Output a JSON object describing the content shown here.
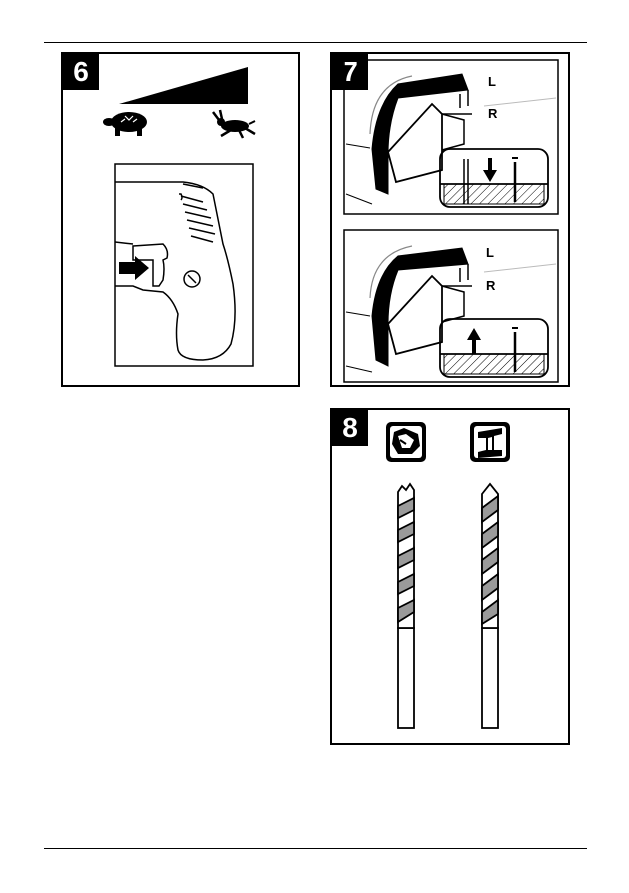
{
  "figures": [
    {
      "number": "6"
    },
    {
      "number": "7"
    },
    {
      "number": "8"
    }
  ],
  "figure7": {
    "direction_labels": [
      "L",
      "R"
    ]
  },
  "icons": {
    "slow": "tortoise-icon",
    "fast": "hare-icon",
    "down": "arrow-down-icon",
    "up": "arrow-up-icon",
    "stone": "stone-icon",
    "metal": "metal-beam-icon"
  }
}
